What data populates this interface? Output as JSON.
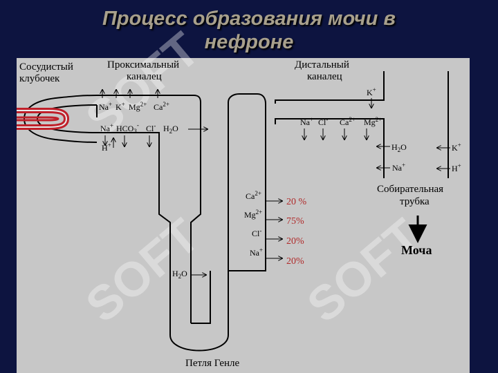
{
  "title_line1": "Процесс образования мочи в",
  "title_line2": "нефроне",
  "labels": {
    "glomerulus_1": "Сосудистый",
    "glomerulus_2": "клубочек",
    "proximal_1": "Проксимальный",
    "proximal_2": "каналец",
    "distal_1": "Дистальный",
    "distal_2": "каналец",
    "collecting_1": "Собирательная",
    "collecting_2": "трубка",
    "urine": "Моча",
    "loop": "Петля Генле"
  },
  "ions": {
    "na": "Na",
    "k": "K",
    "mg": "Mg",
    "ca": "Ca",
    "cl": "Cl",
    "h": "H",
    "hco": "HCO",
    "h2o_h": "H",
    "h2o_o": "O",
    "sub2": "2",
    "sub3": "3",
    "plus": "+",
    "minus": "-",
    "twoplus": "2+"
  },
  "percents": {
    "ca": "20 %",
    "mg": "75%",
    "cl": "20%",
    "na": "20%"
  },
  "colors": {
    "background": "#0d1440",
    "panel": "#c7c7c7",
    "title": "#a8a08c",
    "percent": "#b02a2a",
    "glomerulus": "#c0202a"
  },
  "watermark": "SOFT"
}
